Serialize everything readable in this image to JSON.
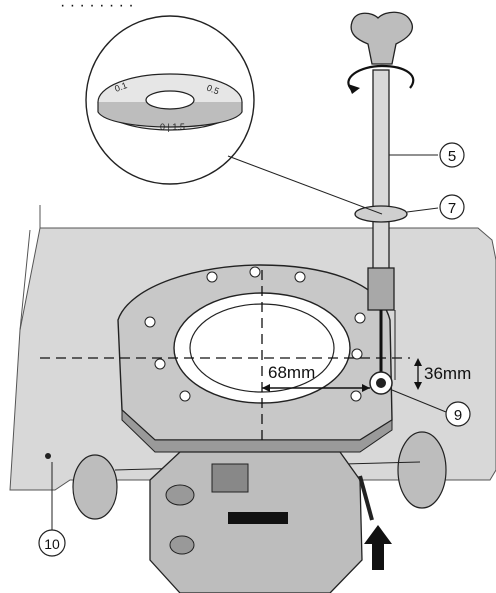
{
  "header": {
    "partial_text": "· · · · · · · ·"
  },
  "dimensions": {
    "horizontal_offset": "68mm",
    "vertical_offset": "36mm"
  },
  "callouts": [
    {
      "id": "5",
      "label": "5"
    },
    {
      "id": "7",
      "label": "7"
    },
    {
      "id": "9",
      "label": "9"
    },
    {
      "id": "10",
      "label": "10"
    }
  ],
  "inset": {
    "scale_marks": [
      "0.1",
      "0.5",
      "0 | 1.5"
    ]
  },
  "colors": {
    "table": "#d8d8d8",
    "metal": "#9a9a9a",
    "dark": "#1a1a1a",
    "outline": "#222222"
  },
  "icons": [
    "rotation-arrow-icon",
    "push-up-arrow-icon",
    "screw-icon"
  ]
}
